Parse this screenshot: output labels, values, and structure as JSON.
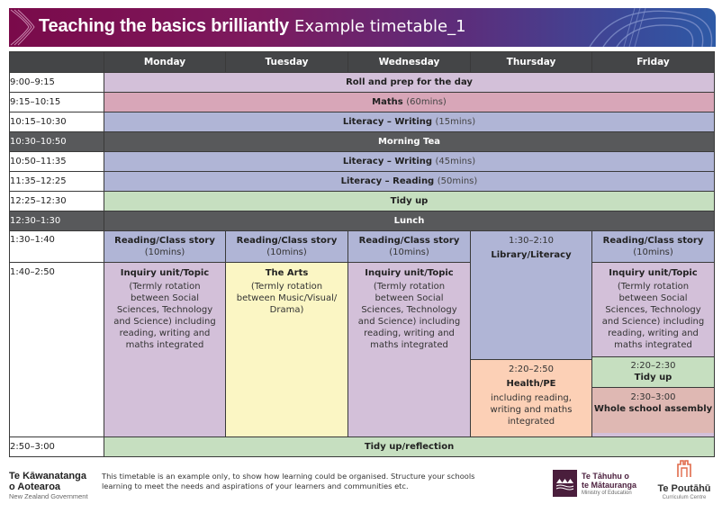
{
  "header": {
    "title_bold": "Teaching the basics brilliantly",
    "title_rest": "Example timetable_1",
    "gradient_colors": [
      "#7a0a4a",
      "#5b2e7c",
      "#2e5aa6"
    ]
  },
  "table": {
    "columns": [
      "",
      "Monday",
      "Tuesday",
      "Wednesday",
      "Thursday",
      "Friday"
    ],
    "rows": [
      {
        "time": "9:00–9:15",
        "label": "Roll and prep for the day",
        "note": ""
      },
      {
        "time": "9:15–10:15",
        "label": "Maths",
        "note": "(60mins)"
      },
      {
        "time": "10:15–10:30",
        "label": "Literacy – Writing",
        "note": "(15mins)"
      },
      {
        "time": "10:30–10:50",
        "label": "Morning Tea",
        "note": ""
      },
      {
        "time": "10:50–11:35",
        "label": "Literacy – Writing",
        "note": "(45mins)"
      },
      {
        "time": "11:35–12:25",
        "label": "Literacy – Reading",
        "note": "(50mins)"
      },
      {
        "time": "12:25–12:30",
        "label": "Tidy up",
        "note": ""
      },
      {
        "time": "12:30–1:30",
        "label": "Lunch",
        "note": ""
      },
      {
        "time": "1:30–1:40"
      },
      {
        "time": "1:40–2:50"
      },
      {
        "time": "2:50–3:00",
        "label": "Tidy up/reflection",
        "note": ""
      }
    ],
    "afternoon": {
      "reading": {
        "title": "Reading/Class story",
        "note": "(10mins)"
      },
      "inquiry": {
        "title": "Inquiry unit/Topic",
        "body": "(Termly rotation between Social Sciences, Technology and Science) including reading, writing and maths integrated"
      },
      "arts": {
        "title": "The Arts",
        "body": "(Termly rotation between Music/Visual/ Drama)"
      },
      "library": {
        "time": "1:30–2:10",
        "title": "Library/Literacy"
      },
      "health": {
        "time": "2:20–2:50",
        "title": "Health/PE",
        "body": "including reading, writing and maths integrated"
      },
      "friday_tidy": {
        "time": "2:20–2:30",
        "title": "Tidy up"
      },
      "assembly": {
        "time": "2:30–3:00",
        "title": "Whole school assembly"
      }
    },
    "colors": {
      "roll": "#d3c0d9",
      "maths": "#d8a6b8",
      "literacy": "#b0b5d6",
      "break": "#58595b",
      "tidy": "#c6dfc0",
      "inquiry": "#d3c0d9",
      "arts": "#fbf6c4",
      "health": "#fcd0b6",
      "assembly": "#dfb8b3"
    }
  },
  "footer": {
    "gov_line1": "Te Kāwanatanga",
    "gov_line2": "o Aotearoa",
    "gov_line3": "New Zealand Government",
    "note": "This timetable is an example only, to show how learning could be organised. Structure your schools learning to meet the needs and aspirations of your learners and communities etc.",
    "moe_line1": "Te Tāhuhu o",
    "moe_line2": "te Mātauranga",
    "moe_line3": "Ministry of Education",
    "pou_line1": "Te Poutāhū",
    "pou_line2": "Curriculum Centre"
  }
}
